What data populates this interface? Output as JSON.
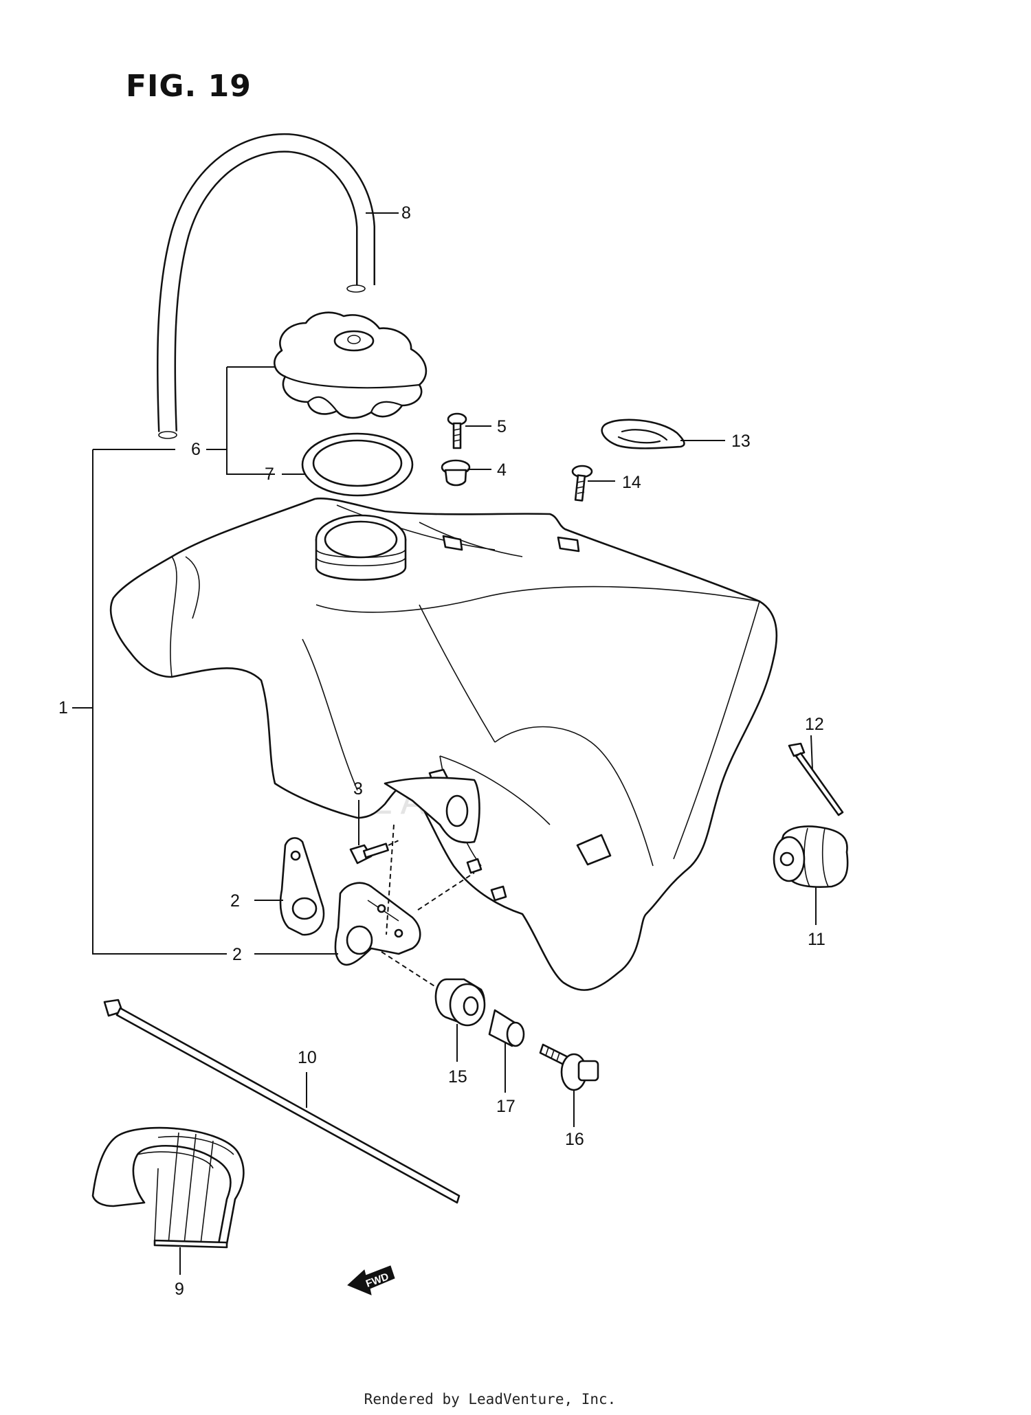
{
  "figure": {
    "title": "FIG. 19"
  },
  "watermark": {
    "text": "LEADVENTURE"
  },
  "fwd_label": "FWD",
  "callouts": {
    "c1": "1",
    "c2a": "2",
    "c2b": "2",
    "c3": "3",
    "c4": "4",
    "c5": "5",
    "c6": "6",
    "c7": "7",
    "c8": "8",
    "c9": "9",
    "c10": "10",
    "c11": "11",
    "c12": "12",
    "c13": "13",
    "c14": "14",
    "c15": "15",
    "c16": "16",
    "c17": "17"
  },
  "footer": {
    "text": "Rendered by LeadVenture, Inc."
  }
}
